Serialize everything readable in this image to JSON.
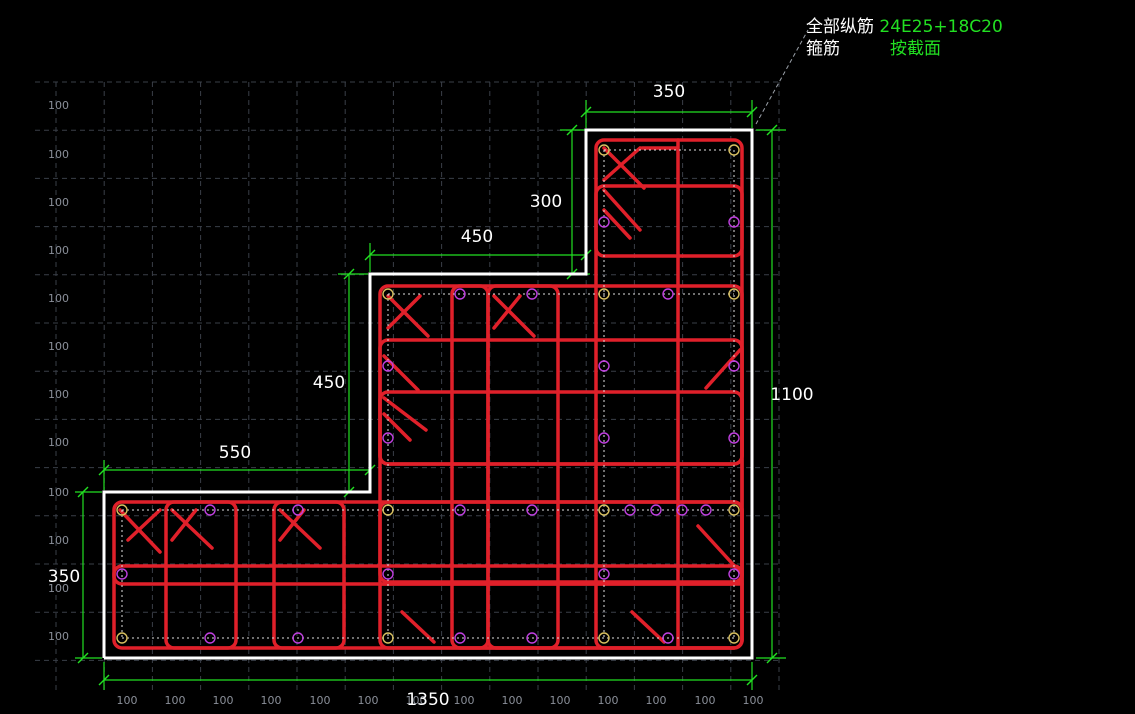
{
  "legend": {
    "all_longitudinal_label": "全部纵筋",
    "all_longitudinal_value": "24E25+18C20",
    "stirrup_label": "箍筋",
    "stirrup_value": "按截面"
  },
  "dimensions": {
    "top_width": "350",
    "step_height_upper": "300",
    "mid_width": "450",
    "mid_height": "450",
    "left_width": "550",
    "left_height": "350",
    "total_width": "1350",
    "total_height": "1100"
  },
  "grid": {
    "cell_label": "100",
    "row_count": 12,
    "bottom_count": 14
  },
  "colors": {
    "background": "#000000",
    "outline": "#ffffff",
    "stirrup": "#e0202a",
    "dimension": "#22e022",
    "grid": "#3a3f48",
    "rebar_main": "#d8c060",
    "rebar_secondary": "#c040e0"
  }
}
